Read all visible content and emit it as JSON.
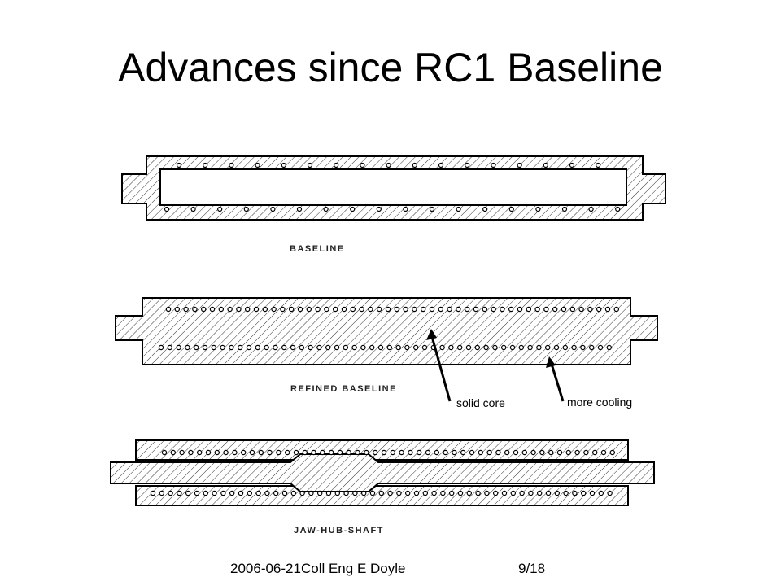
{
  "slide": {
    "title": "Advances since RC1 Baseline",
    "figure": {
      "labels": {
        "baseline": "BASELINE",
        "refined": "REFINED BASELINE",
        "jaw": "JAW-HUB-SHAFT"
      },
      "annotations": {
        "solid_core": "solid core",
        "more_cooling": "more cooling"
      }
    },
    "footer": {
      "left": "2006-06-21Coll Eng E Doyle",
      "right": "9/18"
    }
  }
}
